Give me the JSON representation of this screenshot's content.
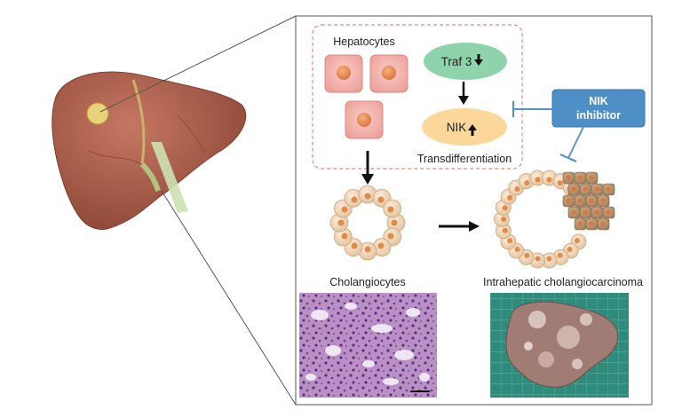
{
  "labels": {
    "hepatocytes": "Hepatocytes",
    "traf3": "Traf 3",
    "nik": "NIK",
    "transdifferentiation": "Transdifferentiation",
    "nik_inhibitor_line1": "NIK",
    "nik_inhibitor_line2": "inhibitor",
    "cholangiocytes": "Cholangiocytes",
    "icc": "Intrahepatic cholangiocarcinoma"
  },
  "colors": {
    "hepatocyte_fill": "#f4b4ae",
    "hepatocyte_nucleus": "#e98a4f",
    "traf3_fill": "#8fd3ac",
    "nik_fill": "#fbd79a",
    "inhibitor_fill": "#4f8fc7",
    "inhibitor_line": "#5a93c4",
    "dashed_box": "#e58a7c",
    "cholangiocyte_fill": "#f2dcc0",
    "tumor_cell_fill": "#b89a78",
    "liver_fill": "#a55a45"
  },
  "icons": {
    "traf3_direction": "down-arrow-icon",
    "nik_direction": "up-arrow-icon"
  }
}
